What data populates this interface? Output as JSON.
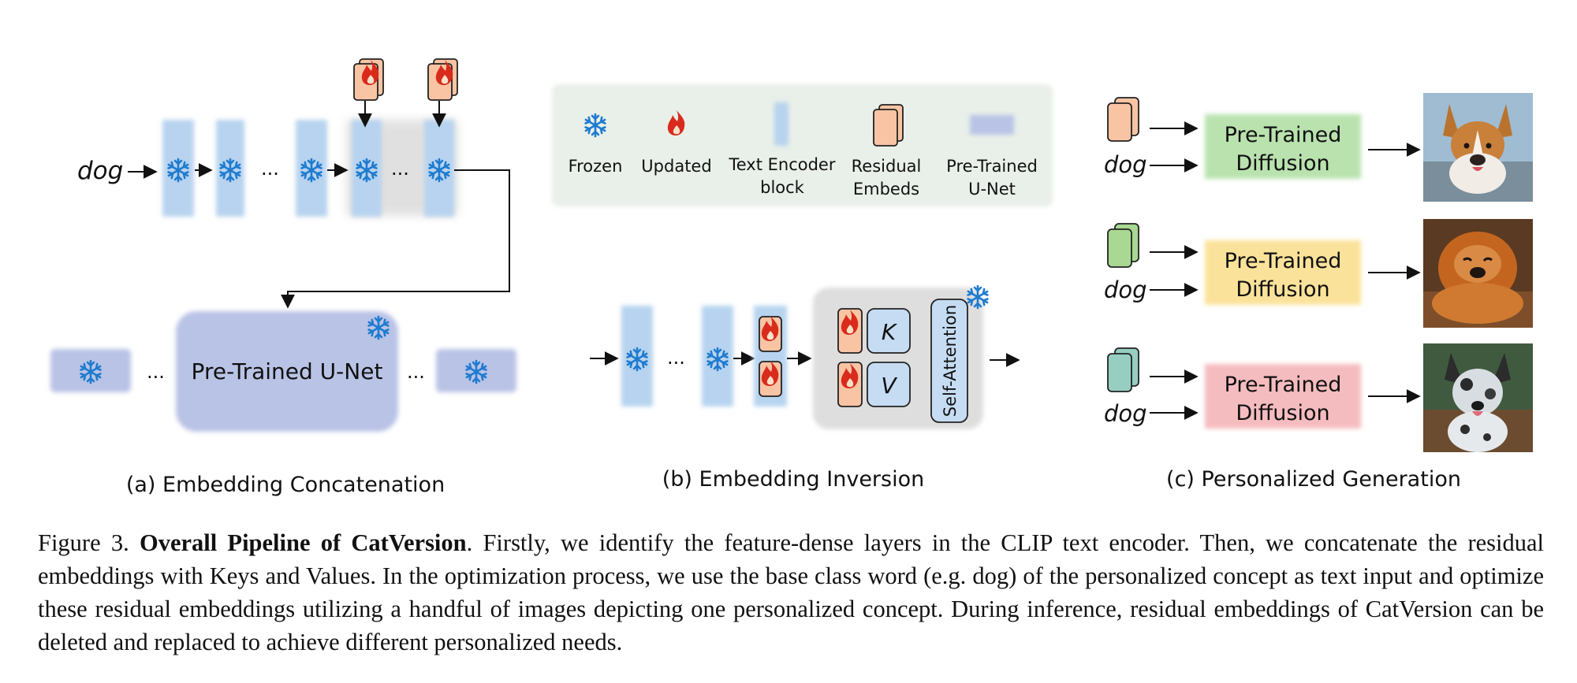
{
  "figure": {
    "input_word": "dog",
    "ellipsis": "...",
    "unet_label": "Pre-Trained U-Net",
    "legend": {
      "frozen": "Frozen",
      "updated": "Updated",
      "text_encoder_line1": "Text Encoder",
      "text_encoder_line2": "block",
      "residual_line1": "Residual",
      "residual_line2": "Embeds",
      "pretrained_line1": "Pre-Trained",
      "pretrained_line2": "U-Net"
    },
    "key_label": "K",
    "value_label": "V",
    "attention_label": "Self-Attention",
    "diffusion_line1": "Pre-Trained",
    "diffusion_line2": "Diffusion",
    "diffusion_colors": [
      "#b9e2ae",
      "#fbe29a",
      "#f5bcbf"
    ],
    "embed_colors": [
      "#f8c4a4",
      "#a8d892",
      "#96cec1"
    ],
    "subcaptions": {
      "a": "(a) Embedding Concatenation",
      "b": "(b) Embedding  Inversion",
      "c": "(c) Personalized Generation"
    },
    "icons": [
      "snowflake-icon",
      "flame-icon",
      "arrow-icon"
    ],
    "colors": {
      "encoder_block": "#b7d3ef",
      "unet": "#b9c3e6",
      "snowflake": "#1f7bcf",
      "flame": "#d92b1c",
      "legend_bg": "#e9efe9"
    }
  },
  "caption": {
    "label": "Figure 3.",
    "title": "Overall Pipeline of CatVersion",
    "body": ". Firstly, we identify the feature-dense layers in the CLIP text encoder. Then, we concatenate the residual embeddings with Keys and Values. In the optimization process, we use the base class word (e.g. dog) of the personalized concept as text input and optimize these residual embeddings utilizing a handful of images depicting one personalized concept. During inference, residual embeddings of CatVersion can be deleted and replaced to achieve different personalized needs."
  }
}
